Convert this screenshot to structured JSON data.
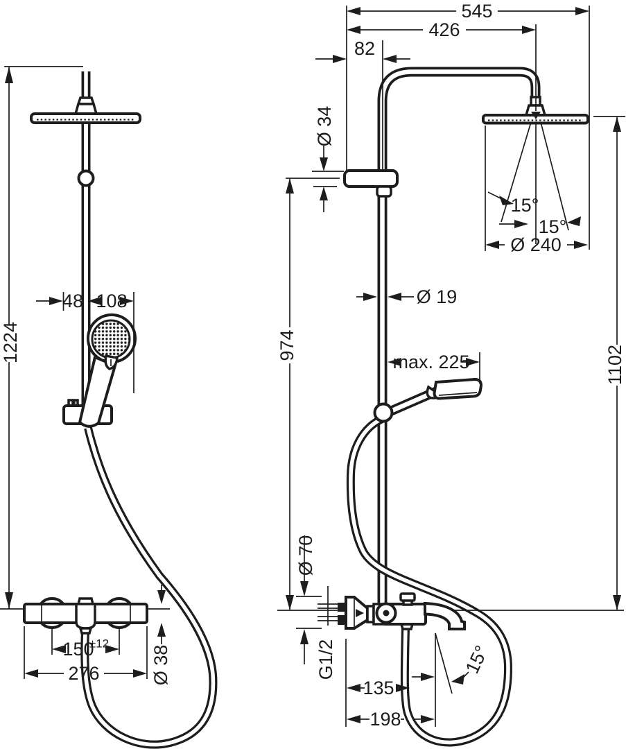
{
  "meta": {
    "background": "#ffffff",
    "line_color": "#1d1d1b",
    "description": "Technical dimensional line drawing of a shower pipe system with overhead shower, hand shower and bath thermostat, front view and side view"
  },
  "front": {
    "dim_total_height": "1224",
    "dim_rail_offset": "48",
    "dim_hand_shower_width": "108",
    "dim_connection_centers": "150",
    "dim_connection_tolerance": "±12",
    "dim_valve_width": "276",
    "dim_valve_diameter": "Ø 38"
  },
  "side": {
    "dim_total_depth": "545",
    "dim_arm_depth": "426",
    "dim_wall_offset": "82",
    "dim_bracket_height": "Ø 34",
    "dim_riser_height": "974",
    "dim_overhead_height": "1102",
    "dim_pipe_diameter": "Ø 19",
    "dim_hand_shower_reach": "max. 225",
    "dim_spray_angle_left": "15°",
    "dim_spray_angle_right": "15°",
    "dim_head_diameter": "Ø 240",
    "dim_escutcheon_diameter": "Ø 70",
    "dim_thread_size": "G1/2",
    "dim_hose_offset": "135",
    "dim_spout_reach": "198",
    "dim_spout_angle": "15°"
  }
}
